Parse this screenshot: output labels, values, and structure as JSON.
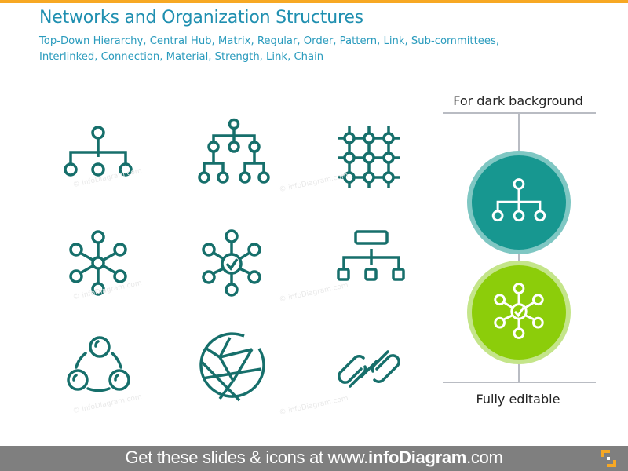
{
  "header": {
    "title": "Networks and Organization Structures",
    "subtitle": "Top-Down Hierarchy, Central Hub, Matrix, Regular, Order, Pattern, Link, Sub-committees, Interlinked, Connection, Material, Strength, Link, Chain"
  },
  "colors": {
    "accent_bar": "#f7a823",
    "title": "#1f8fb0",
    "icon_stroke": "#166f6b",
    "dark_circle_fill": "#179790",
    "dark_circle_ring": "#7fc7c3",
    "green_circle_fill": "#8ccd0a",
    "green_circle_ring": "#c4e58a",
    "footer_bg": "#7f7f7f"
  },
  "icons": [
    {
      "name": "top-down-hierarchy-icon"
    },
    {
      "name": "sub-committees-hierarchy-icon"
    },
    {
      "name": "matrix-grid-icon"
    },
    {
      "name": "central-hub-icon"
    },
    {
      "name": "hub-checkmark-icon"
    },
    {
      "name": "org-chart-boxes-icon"
    },
    {
      "name": "interlinked-circles-icon"
    },
    {
      "name": "material-mesh-globe-icon"
    },
    {
      "name": "chain-link-icon"
    }
  ],
  "watermark": "© infoDiagram.com",
  "side_panel": {
    "top_label": "For dark background",
    "bottom_label": "Fully editable"
  },
  "footer": {
    "text_prefix": "Get these slides & icons at www.",
    "text_brand": "infoDiagram",
    "text_suffix": ".com"
  }
}
